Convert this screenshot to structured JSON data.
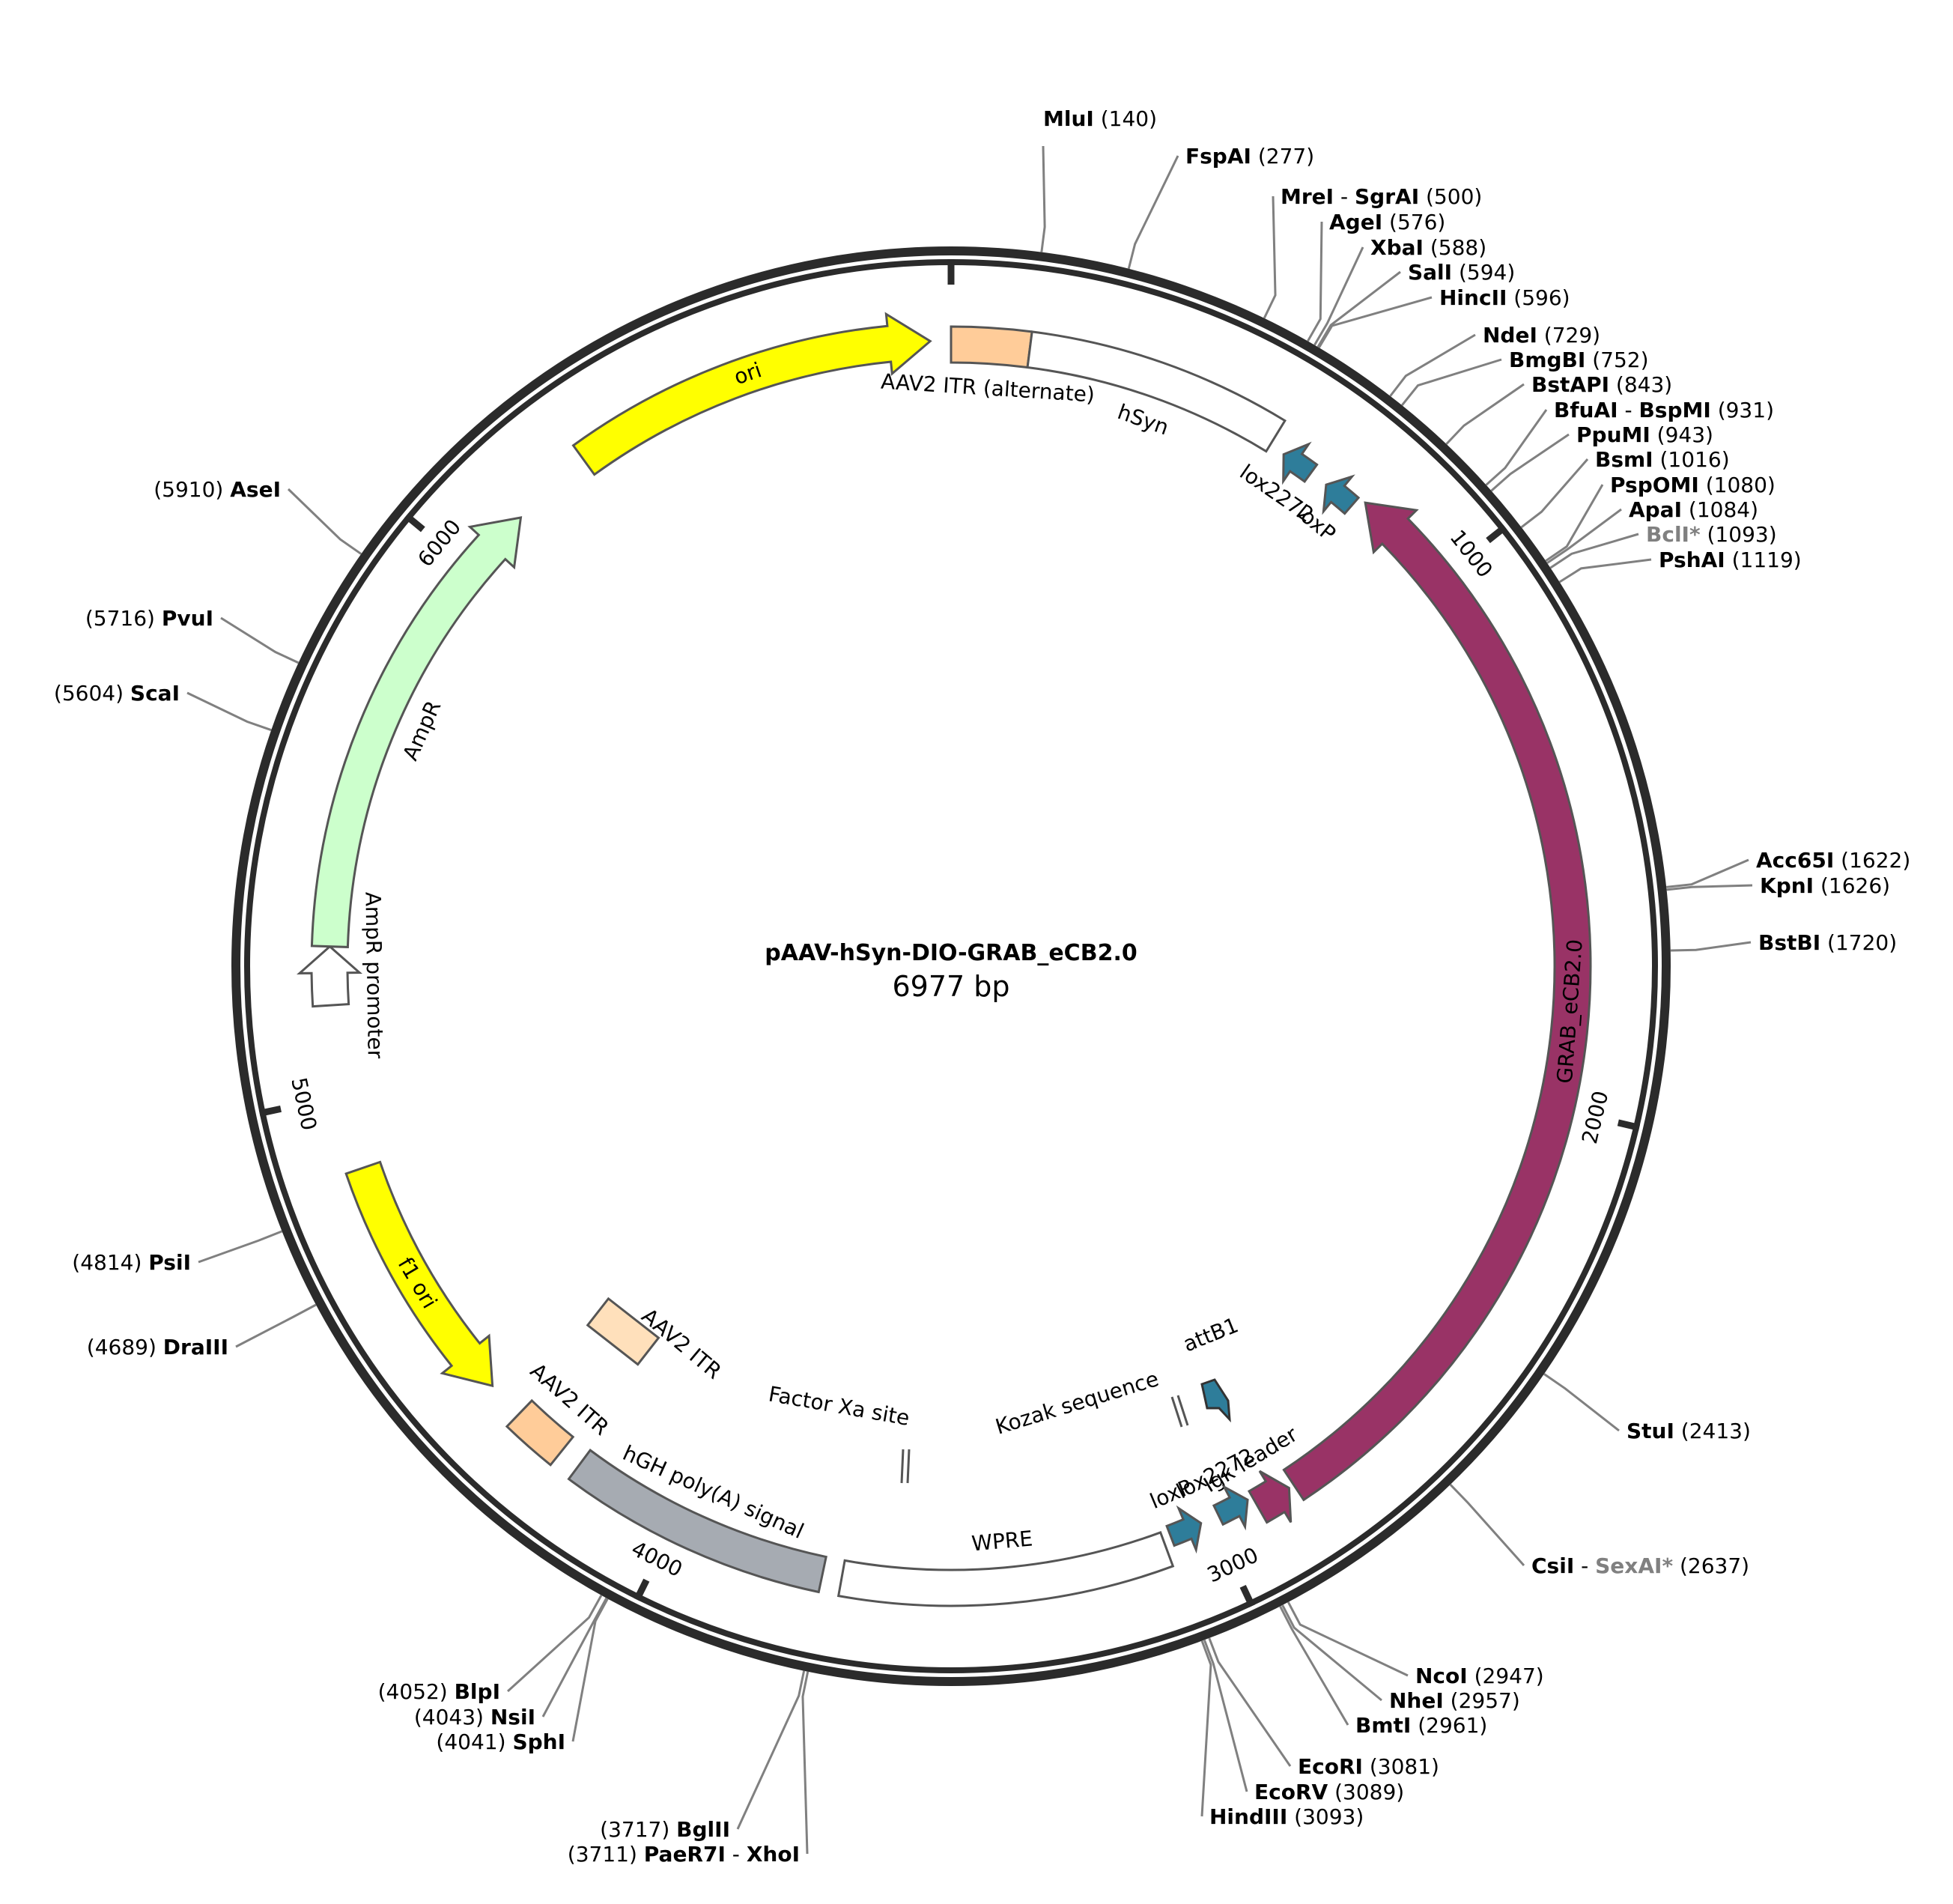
{
  "plasmid": {
    "name": "pAAV-hSyn-DIO-GRAB_eCB2.0",
    "size_label": "6977 bp",
    "total_bp": 6977
  },
  "colors": {
    "backbone": "#2b2b2b",
    "ori": "#ffff00",
    "itr": "#ffcc99",
    "itr_light": "#ffe0bb",
    "hsyn": "#ffffff",
    "lox": "#2e7d9a",
    "grab": "#993366",
    "ampr": "#ccffcc",
    "promoter": "#ffffff",
    "f1ori": "#ffff00",
    "hgh": "#a6abb2",
    "wpre": "#ffffff",
    "leader_line": "#808080"
  },
  "ticks": [
    {
      "bp": 0,
      "label": ""
    },
    {
      "bp": 1000,
      "label": "1000"
    },
    {
      "bp": 2000,
      "label": "2000"
    },
    {
      "bp": 3000,
      "label": "3000"
    },
    {
      "bp": 4000,
      "label": "4000"
    },
    {
      "bp": 5000,
      "label": "5000"
    },
    {
      "bp": 6000,
      "label": "6000"
    }
  ],
  "features": [
    {
      "id": "ori",
      "label": "ori",
      "start": 6280,
      "end": 6940,
      "dir": 1,
      "color": "#ffff00",
      "label_inside": true
    },
    {
      "id": "aav2-itr-alt",
      "label": "AAV2 ITR (alternate)",
      "start": 0,
      "end": 141,
      "dir": 0,
      "color": "#ffcc99"
    },
    {
      "id": "hsyn",
      "label": "hSyn",
      "start": 141,
      "end": 610,
      "dir": 0,
      "color": "#ffffff"
    },
    {
      "id": "lox2272-a",
      "label": "lox2272",
      "start": 640,
      "end": 700,
      "dir": -1,
      "color": "#2e7d9a"
    },
    {
      "id": "loxp-a",
      "label": "loxP",
      "start": 735,
      "end": 795,
      "dir": -1,
      "color": "#2e7d9a"
    },
    {
      "id": "grab-ecb2",
      "label": "GRAB_eCB2.0",
      "start": 810,
      "end": 2840,
      "dir": -1,
      "color": "#993366",
      "label_inside": true
    },
    {
      "id": "igk-leader",
      "label": "Igκ leader",
      "start": 2850,
      "end": 2915,
      "dir": -1,
      "color": "#993366"
    },
    {
      "id": "lox2272-b",
      "label": "lox2272",
      "start": 2925,
      "end": 2985,
      "dir": -1,
      "color": "#2e7d9a"
    },
    {
      "id": "loxp-b",
      "label": "loxP",
      "start": 3020,
      "end": 3080,
      "dir": -1,
      "color": "#2e7d9a"
    },
    {
      "id": "wpre",
      "label": "WPRE",
      "start": 3095,
      "end": 3685,
      "dir": 0,
      "color": "#ffffff"
    },
    {
      "id": "hgh-polya",
      "label": "hGH poly(A) signal",
      "start": 3720,
      "end": 4200,
      "dir": 0,
      "color": "#a6abb2"
    },
    {
      "id": "aav2-itr-b",
      "label": "AAV2 ITR",
      "start": 4240,
      "end": 4341,
      "dir": 0,
      "color": "#ffcc99"
    },
    {
      "id": "f1-ori",
      "label": "f1 ori",
      "start": 4410,
      "end": 4866,
      "dir": -1,
      "color": "#ffff00",
      "label_inside": true
    },
    {
      "id": "ampr-promoter",
      "label": "AmpR promoter",
      "start": 5163,
      "end": 5268,
      "dir": 1,
      "color": "#ffffff"
    },
    {
      "id": "ampr",
      "label": "AmpR",
      "start": 5268,
      "end": 6128,
      "dir": 1,
      "color": "#ccffcc"
    }
  ],
  "inner_features": [
    {
      "id": "aav2-itr-inner",
      "label": "AAV2 ITR",
      "color": "#ffe0bb"
    },
    {
      "id": "factor-xa",
      "label": "Factor Xa site"
    },
    {
      "id": "kozak",
      "label": "Kozak sequence"
    },
    {
      "id": "attb1",
      "label": "attB1",
      "color": "#2e7d9a"
    }
  ],
  "sites": [
    {
      "name": "MluI",
      "pos": "(140)",
      "bp": 140,
      "side": "r"
    },
    {
      "name": "FspAI",
      "pos": "(277)",
      "bp": 277,
      "side": "r"
    },
    {
      "name": "MreI",
      "sep": " - ",
      "name2": "SgrAI",
      "pos": "(500)",
      "bp": 500,
      "side": "r"
    },
    {
      "name": "AgeI",
      "pos": "(576)",
      "bp": 576,
      "side": "r"
    },
    {
      "name": "XbaI",
      "pos": "(588)",
      "bp": 588,
      "side": "r"
    },
    {
      "name": "SalI",
      "pos": "(594)",
      "bp": 594,
      "side": "r"
    },
    {
      "name": "HincII",
      "pos": "(596)",
      "bp": 596,
      "side": "r"
    },
    {
      "name": "NdeI",
      "pos": "(729)",
      "bp": 729,
      "side": "r"
    },
    {
      "name": "BmgBI",
      "pos": "(752)",
      "bp": 752,
      "side": "r"
    },
    {
      "name": "BstAPI",
      "pos": "(843)",
      "bp": 843,
      "side": "r"
    },
    {
      "name": "BfuAI",
      "sep": " - ",
      "name2": "BspMI",
      "pos": "(931)",
      "bp": 931,
      "side": "r"
    },
    {
      "name": "PpuMI",
      "pos": "(943)",
      "bp": 943,
      "side": "r"
    },
    {
      "name": "BsmI",
      "pos": "(1016)",
      "bp": 1016,
      "side": "r"
    },
    {
      "name": "PspOMI",
      "pos": "(1080)",
      "bp": 1080,
      "side": "r"
    },
    {
      "name": "ApaI",
      "pos": "(1084)",
      "bp": 1084,
      "side": "r"
    },
    {
      "name": "BclI*",
      "star": true,
      "pos": "(1093)",
      "bp": 1093,
      "side": "r"
    },
    {
      "name": "PshAI",
      "pos": "(1119)",
      "bp": 1119,
      "side": "r"
    },
    {
      "name": "Acc65I",
      "pos": "(1622)",
      "bp": 1622,
      "side": "r"
    },
    {
      "name": "KpnI",
      "pos": "(1626)",
      "bp": 1626,
      "side": "r"
    },
    {
      "name": "BstBI",
      "pos": "(1720)",
      "bp": 1720,
      "side": "r"
    },
    {
      "name": "StuI",
      "pos": "(2413)",
      "bp": 2413,
      "side": "r"
    },
    {
      "name": "CsiI",
      "sep": " - ",
      "name2": "SexAI*",
      "name2_star": true,
      "pos": "(2637)",
      "bp": 2637,
      "side": "r"
    },
    {
      "name": "NcoI",
      "pos": "(2947)",
      "bp": 2947,
      "side": "r"
    },
    {
      "name": "NheI",
      "pos": "(2957)",
      "bp": 2957,
      "side": "r"
    },
    {
      "name": "BmtI",
      "pos": "(2961)",
      "bp": 2961,
      "side": "r"
    },
    {
      "name": "EcoRI",
      "pos": "(3081)",
      "bp": 3081,
      "side": "r"
    },
    {
      "name": "EcoRV",
      "pos": "(3089)",
      "bp": 3089,
      "side": "r"
    },
    {
      "name": "HindIII",
      "pos": "(3093)",
      "bp": 3093,
      "side": "r"
    },
    {
      "name": "BglII",
      "pos": "(3717)",
      "bp": 3717,
      "side": "l"
    },
    {
      "name": "PaeR7I",
      "sep": " - ",
      "name2": "XhoI",
      "pos": "(3711)",
      "bp": 3711,
      "side": "l"
    },
    {
      "name": "BlpI",
      "pos": "(4052)",
      "bp": 4052,
      "side": "l"
    },
    {
      "name": "NsiI",
      "pos": "(4043)",
      "bp": 4043,
      "side": "l"
    },
    {
      "name": "SphI",
      "pos": "(4041)",
      "bp": 4041,
      "side": "l"
    },
    {
      "name": "DraIII",
      "pos": "(4689)",
      "bp": 4689,
      "side": "l"
    },
    {
      "name": "PsiI",
      "pos": "(4814)",
      "bp": 4814,
      "side": "l"
    },
    {
      "name": "ScaI",
      "pos": "(5604)",
      "bp": 5604,
      "side": "l"
    },
    {
      "name": "PvuI",
      "pos": "(5716)",
      "bp": 5716,
      "side": "l"
    },
    {
      "name": "AseI",
      "pos": "(5910)",
      "bp": 5910,
      "side": "l"
    }
  ]
}
